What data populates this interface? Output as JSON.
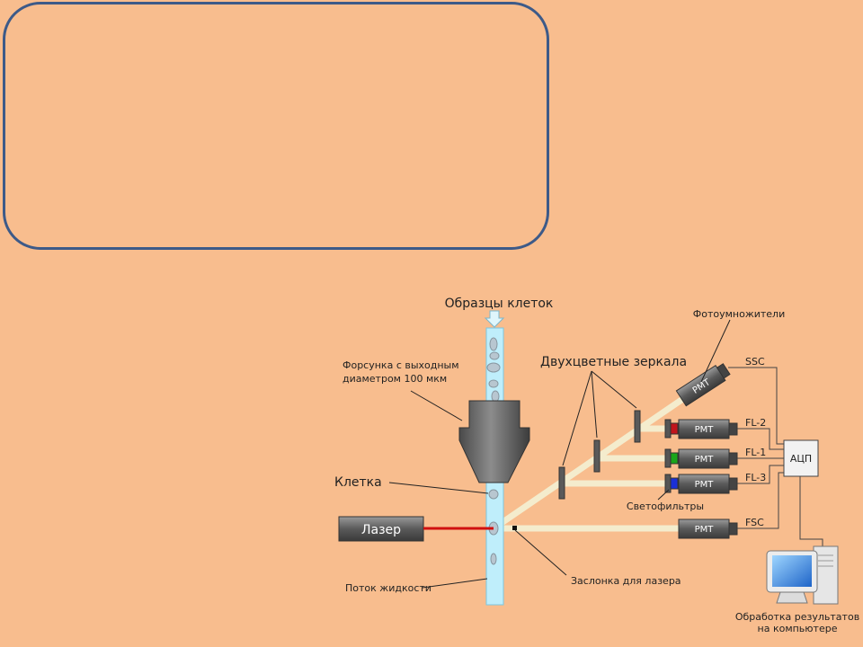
{
  "labels": {
    "samples": "Образцы клеток",
    "photomultipliers": "Фотоумножители",
    "nozzle_line1": "Форсунка с выходным",
    "nozzle_line2": "диаметром 100 мкм",
    "dichroic_mirrors": "Двухцветные зеркала",
    "cell": "Клетка",
    "laser": "Лазер",
    "filters": "Светофильтры",
    "fluid_flow": "Поток жидкости",
    "laser_shutter": "Заслонка для лазера",
    "adc": "АЦП",
    "results_line1": "Обработка результатов",
    "results_line2": "на компьютере"
  },
  "detectors": [
    {
      "pmt": "PMT",
      "signal": "SSC",
      "filter_color": "none"
    },
    {
      "pmt": "PMT",
      "signal": "FL-2",
      "filter_color": "#c0141c"
    },
    {
      "pmt": "PMT",
      "signal": "FL-1",
      "filter_color": "#1aa51a"
    },
    {
      "pmt": "PMT",
      "signal": "FL-3",
      "filter_color": "#1a2fd6"
    },
    {
      "pmt": "PMT",
      "signal": "FSC",
      "filter_color": "none"
    }
  ],
  "colors": {
    "background": "#f8bd8e",
    "box_border": "#3d5a88",
    "stream": "#bfeefb",
    "beam": "#f4eccd",
    "laser_beam": "#d01010",
    "device": "#555555"
  }
}
